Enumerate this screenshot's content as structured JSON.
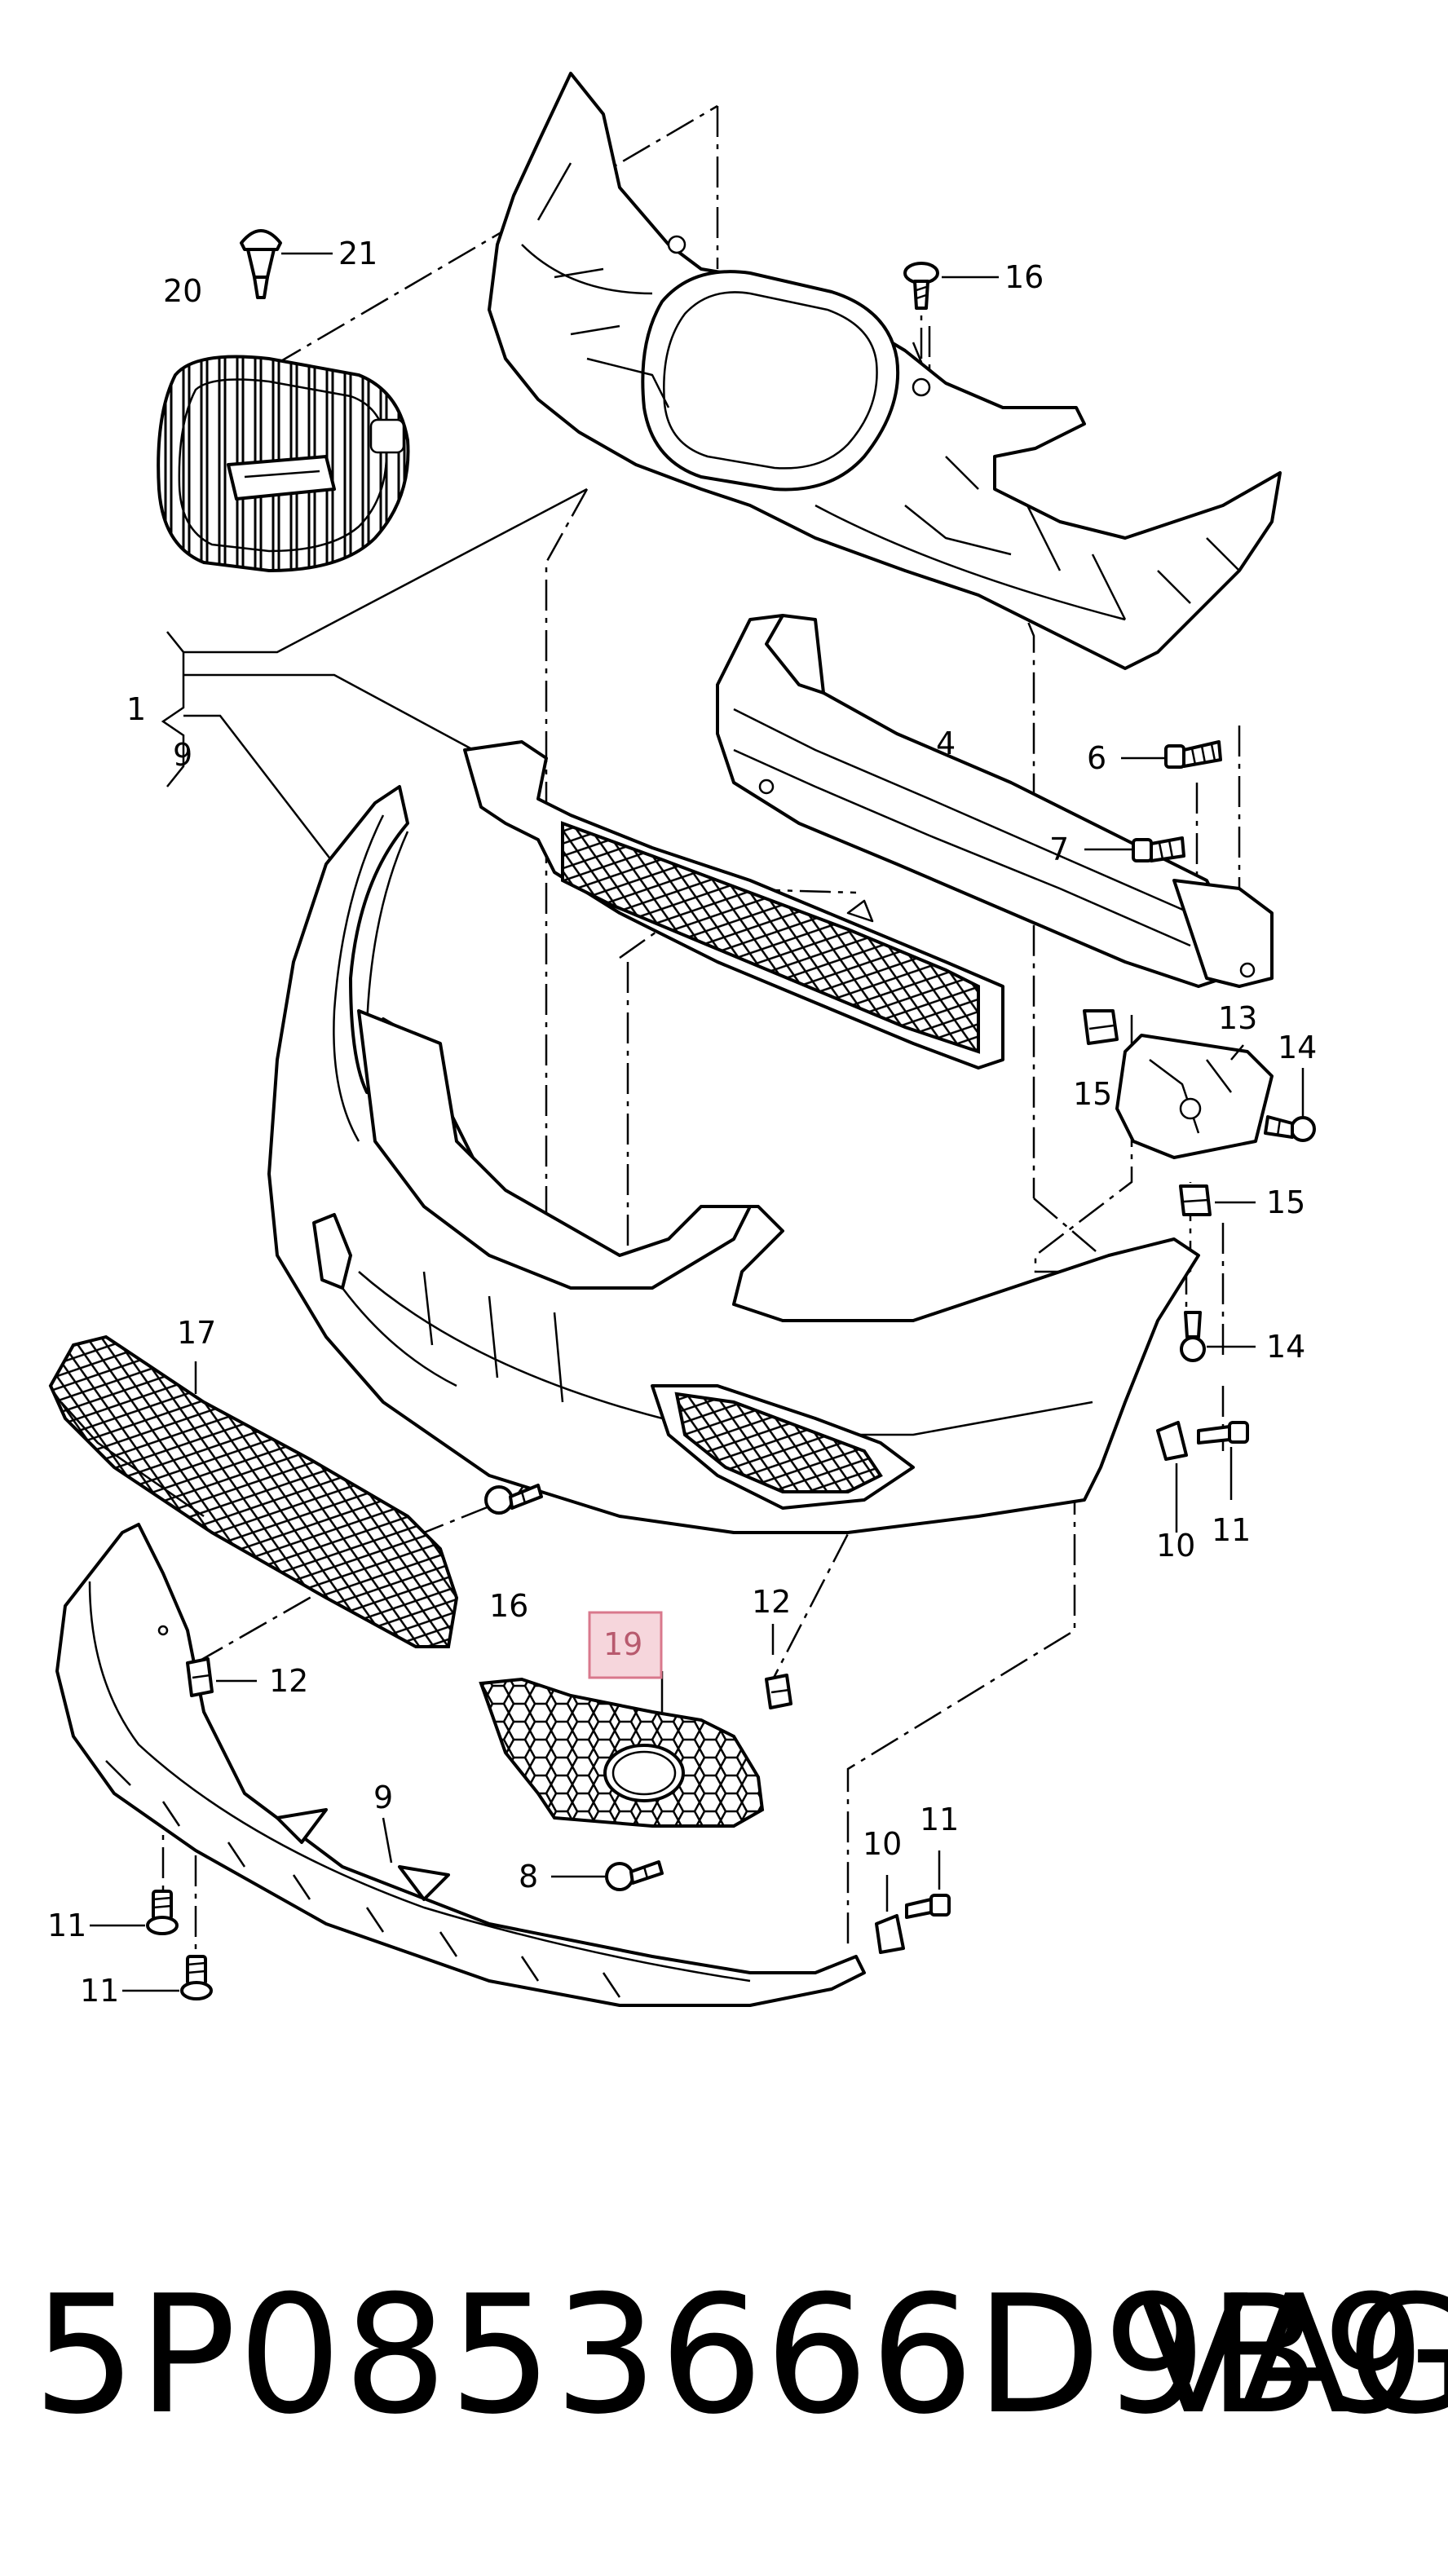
{
  "diagram": {
    "callouts": [
      {
        "id": "c21",
        "text": "21"
      },
      {
        "id": "c20",
        "text": "20"
      },
      {
        "id": "c16a",
        "text": "16"
      },
      {
        "id": "c1",
        "text": "1"
      },
      {
        "id": "c9a",
        "text": "9"
      },
      {
        "id": "c4",
        "text": "4"
      },
      {
        "id": "c6",
        "text": "6"
      },
      {
        "id": "c7",
        "text": "7"
      },
      {
        "id": "c13",
        "text": "13"
      },
      {
        "id": "c14a",
        "text": "14"
      },
      {
        "id": "c15a",
        "text": "15"
      },
      {
        "id": "c15b",
        "text": "15"
      },
      {
        "id": "c17",
        "text": "17"
      },
      {
        "id": "c14b",
        "text": "14"
      },
      {
        "id": "c10a",
        "text": "10"
      },
      {
        "id": "c11a",
        "text": "11"
      },
      {
        "id": "c16b",
        "text": "16"
      },
      {
        "id": "c12a",
        "text": "12"
      },
      {
        "id": "c19",
        "text": "19"
      },
      {
        "id": "c12b",
        "text": "12"
      },
      {
        "id": "c9b",
        "text": "9"
      },
      {
        "id": "c8",
        "text": "8"
      },
      {
        "id": "c10b",
        "text": "10"
      },
      {
        "id": "c11b",
        "text": "11"
      },
      {
        "id": "c11c",
        "text": "11"
      },
      {
        "id": "c11d",
        "text": "11"
      }
    ],
    "highlighted_callout": "19",
    "highlight_color": "#f6d6dc",
    "highlight_border": "#d9788c"
  },
  "footer": {
    "part_number": "5P0853666D9B9",
    "brand": "VAG"
  }
}
